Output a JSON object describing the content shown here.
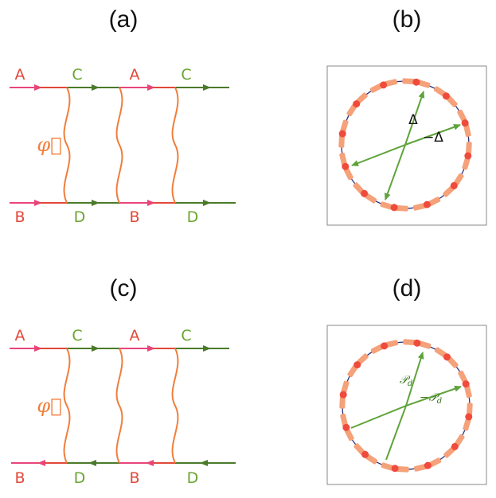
{
  "panels": {
    "a": {
      "label": "(a)"
    },
    "b": {
      "label": "(b)"
    },
    "c": {
      "label": "(c)"
    },
    "d": {
      "label": "(d)"
    }
  },
  "diagram_ladder": {
    "top_labels": [
      "A",
      "C",
      "A",
      "C"
    ],
    "bottom_labels": [
      "B",
      "D",
      "B",
      "D"
    ],
    "field_symbol": "φ⃗"
  },
  "diagram_circle_b": {
    "vector_label": "Δ",
    "neg_vector_label": "−Δ"
  },
  "diagram_circle_d": {
    "vector_label": "𝒫",
    "vector_sub": "d",
    "neg_vector_label": "−𝒫",
    "neg_vector_sub": "d"
  },
  "colors": {
    "pink": "#e8457a",
    "red": "#e2483a",
    "green": "#4a7a2a",
    "label_green": "#6aa530",
    "orange": "#f07e3a",
    "navy": "#2a2f7a",
    "light_orange": "#f5a17a",
    "dot_red": "#ef4b3c",
    "arrow_green": "#5fa33a"
  }
}
